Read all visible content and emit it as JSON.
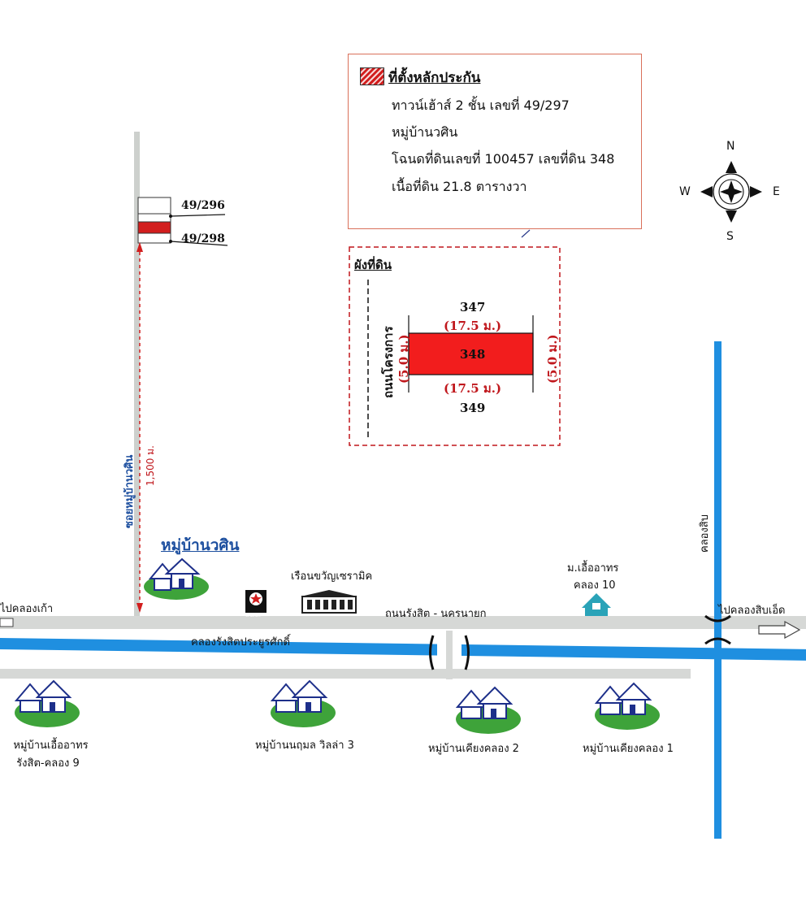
{
  "info": {
    "title": "ที่ตั้งหลักประกัน",
    "lines": [
      "ทาวน์เฮ้าส์ 2 ชั้น  เลขที่ 49/297",
      "หมู่บ้านวศิน",
      "โฉนดที่ดินเลขที่ 100457 เลขที่ดิน 348",
      "เนื้อที่ดิน 21.8 ตารางวา"
    ]
  },
  "compass": {
    "n": "N",
    "s": "S",
    "e": "E",
    "w": "W"
  },
  "units": {
    "upper": "49/296",
    "lower": "49/298"
  },
  "plan": {
    "title": "ผังที่ดิน",
    "road": "ถนนโครงการ",
    "lot_above": "347",
    "lot_main": "348",
    "lot_below": "349",
    "top_dim": "(17.5 ม.)",
    "bottom_dim": "(17.5 ม.)",
    "left_dim": "(5.0 ม.)",
    "right_dim": "(5.0 ม.)"
  },
  "map": {
    "soi": "ซอยหมู่บ้านวศิน",
    "distance": "1,500 ม.",
    "village": "หมู่บ้านวศิน",
    "shop": "เรือนขวัญเซรามิค",
    "village2_line1": "ม.เอื้ออาทร",
    "village2_line2": "คลอง 10",
    "to_left": "ไปคลองเก้า",
    "to_right": "ไปคลองสิบเอ็ด",
    "main_road": "ถนนรังสิต - นครนายก",
    "canal": "คลองรังสิตประยูรศักดิ์",
    "canal_right": "คลองสิบ",
    "caltex": "CALTEX",
    "houses": [
      {
        "line1": "หมู่บ้านเอื้ออาทร",
        "line2": "รังสิต-คลอง 9"
      },
      {
        "line1": "หมู่บ้านนฤมล วิลล่า 3",
        "line2": ""
      },
      {
        "line1": "หมู่บ้านเคียงคลอง 2",
        "line2": ""
      },
      {
        "line1": "หมู่บ้านเคียงคลอง 1",
        "line2": ""
      }
    ]
  },
  "colors": {
    "road": "#d6d8d6",
    "canal": "#1f8fe0",
    "lot": "#f21d1d",
    "dim": "#c0171c",
    "grass": "#3ea33a"
  }
}
